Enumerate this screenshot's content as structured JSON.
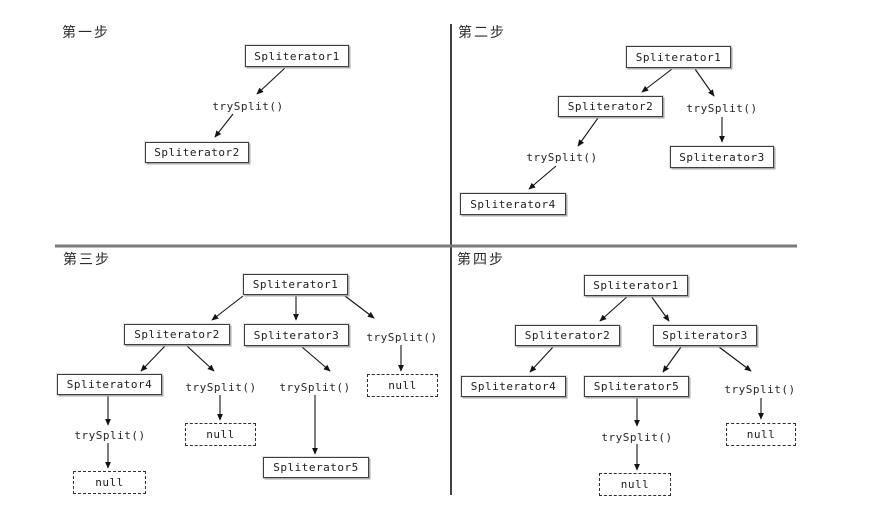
{
  "figure": {
    "description_labels": {
      "trysplit": "trySplit()",
      "null": "null"
    }
  },
  "step1": {
    "label": "第一步",
    "s1": "Spliterator1",
    "try1": "trySplit()",
    "s2": "Spliterator2"
  },
  "step2": {
    "label": "第二步",
    "s1": "Spliterator1",
    "s2": "Spliterator2",
    "try_r": "trySplit()",
    "s3": "Spliterator3",
    "try_l": "trySplit()",
    "s4": "Spliterator4"
  },
  "step3": {
    "label": "第三步",
    "s1": "Spliterator1",
    "s2": "Spliterator2",
    "s3": "Spliterator3",
    "try_r": "trySplit()",
    "null_r": "null",
    "s4": "Spliterator4",
    "try_m1": "trySplit()",
    "try_m2": "trySplit()",
    "try_b": "trySplit()",
    "null_m": "null",
    "null_b": "null",
    "s5": "Spliterator5"
  },
  "step4": {
    "label": "第四步",
    "s1": "Spliterator1",
    "s2": "Spliterator2",
    "s3": "Spliterator3",
    "s4": "Spliterator4",
    "s5": "Spliterator5",
    "try_r": "trySplit()",
    "null_r": "null",
    "try_m": "trySplit()",
    "null_b": "null"
  }
}
